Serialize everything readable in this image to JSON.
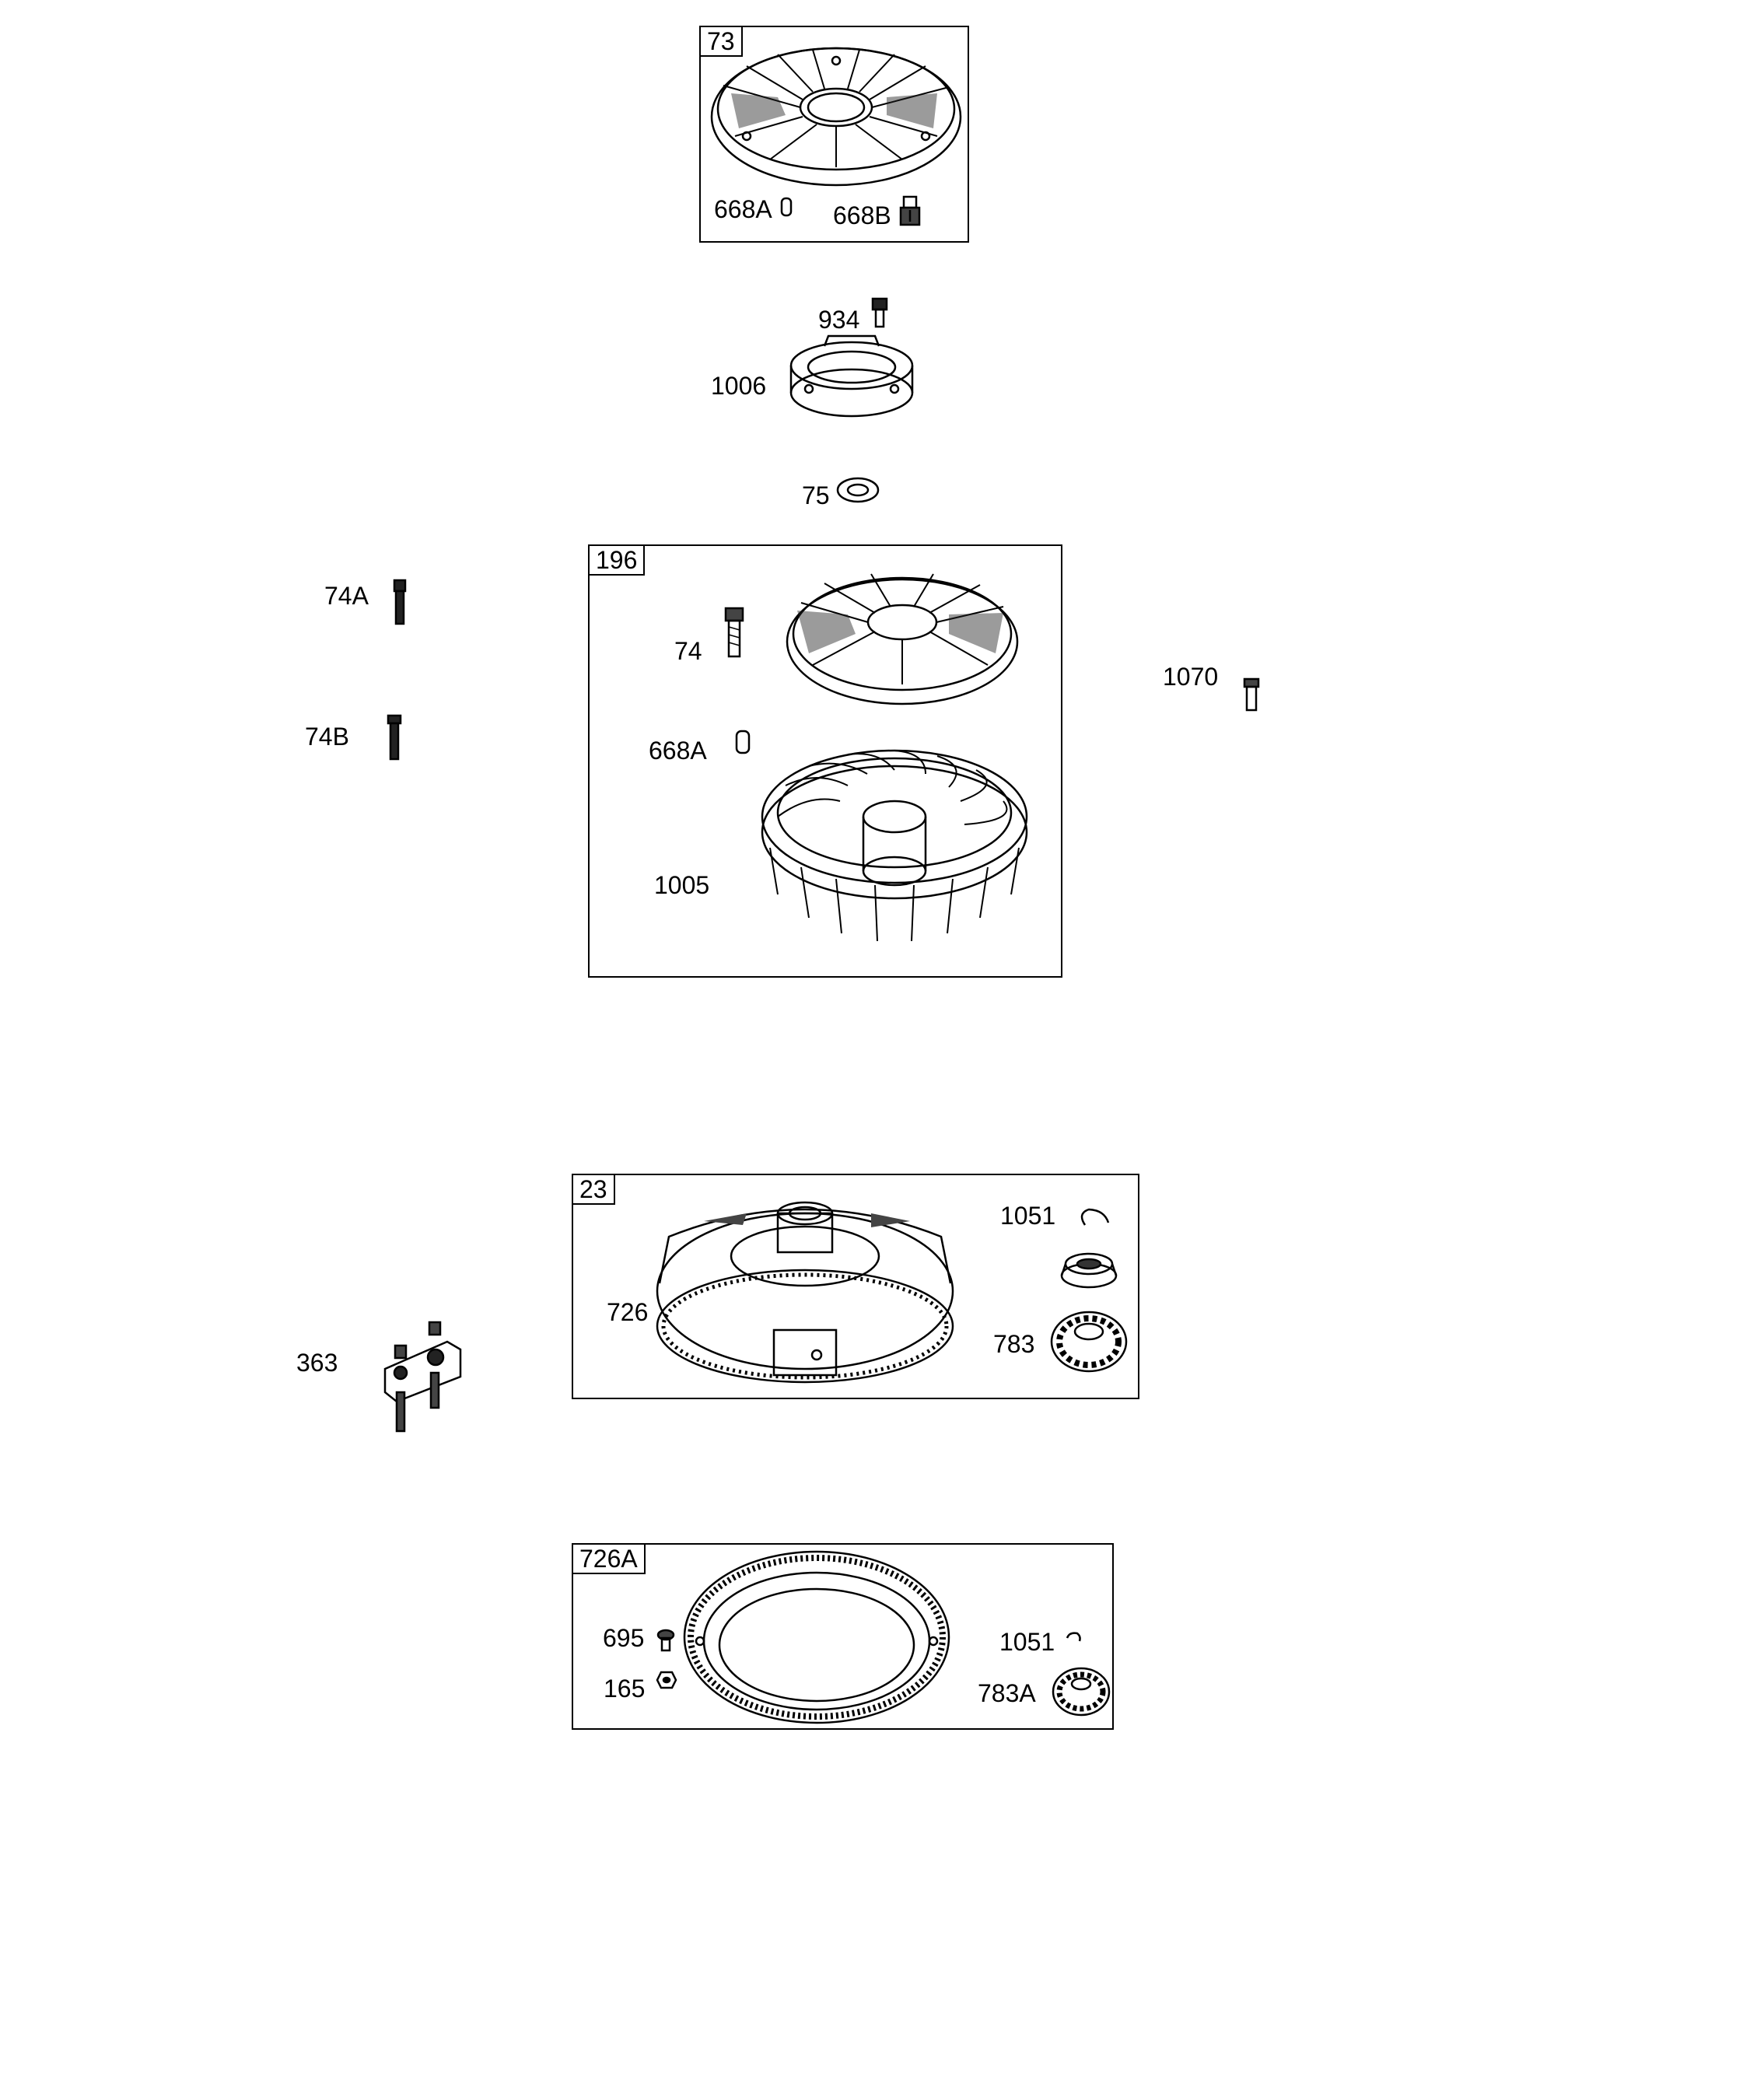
{
  "groups": [
    {
      "id": "73",
      "label": "73"
    },
    {
      "id": "196",
      "label": "196"
    },
    {
      "id": "23",
      "label": "23"
    },
    {
      "id": "726A",
      "label": "726A"
    }
  ],
  "callouts": {
    "p668a_top": "668A",
    "p668b": "668B",
    "p934": "934",
    "p1006": "1006",
    "p75": "75",
    "p74a": "74A",
    "p74b": "74B",
    "p74": "74",
    "p668a": "668A",
    "p1005": "1005",
    "p1070": "1070",
    "p1051_a": "1051",
    "p726": "726",
    "p783": "783",
    "p363": "363",
    "p695": "695",
    "p165": "165",
    "p1051_b": "1051",
    "p783a": "783A"
  }
}
